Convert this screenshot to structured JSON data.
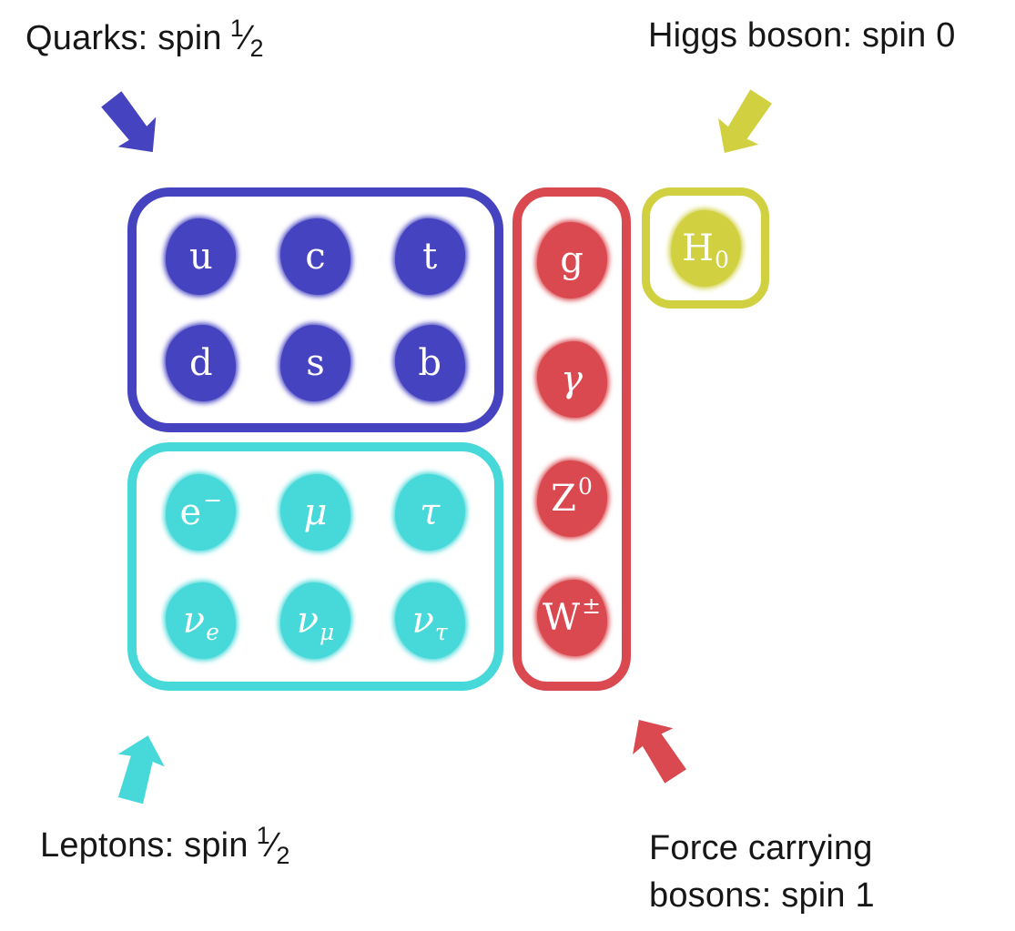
{
  "titles": {
    "quarks": {
      "prefix": "Quarks: spin",
      "numerator": "1",
      "slash": "⁄",
      "denominator": "2"
    },
    "higgs": "Higgs boson: spin 0",
    "leptons": {
      "prefix": "Leptons: spin",
      "numerator": "1",
      "slash": "⁄",
      "denominator": "2"
    },
    "bosons": {
      "line1": "Force carrying",
      "line2": "bosons: spin 1"
    }
  },
  "boxes": {
    "quarks": {
      "label": "Quarks",
      "color": "#4643c1",
      "particles": [
        {
          "base": "u"
        },
        {
          "base": "c"
        },
        {
          "base": "t"
        },
        {
          "base": "d"
        },
        {
          "base": "s"
        },
        {
          "base": "b"
        }
      ]
    },
    "leptons": {
      "label": "Leptons",
      "color": "#47d8d9",
      "particles": [
        {
          "base": "e",
          "sup": "−"
        },
        {
          "base": "μ"
        },
        {
          "base": "τ"
        },
        {
          "base": "ν",
          "sub": "e"
        },
        {
          "base": "ν",
          "sub": "μ"
        },
        {
          "base": "ν",
          "sub": "τ"
        }
      ]
    },
    "bosons": {
      "label": "Force carrying bosons",
      "color": "#d9494f",
      "particles": [
        {
          "base": "g"
        },
        {
          "base": "γ"
        },
        {
          "base": "Z",
          "sup": "0"
        },
        {
          "base": "W",
          "sup": "±"
        }
      ]
    },
    "higgs": {
      "label": "Higgs boson",
      "color": "#d1d040",
      "particles": [
        {
          "base": "H",
          "sub": "0"
        }
      ]
    }
  },
  "arrows": {
    "quarks": {
      "color": "#4643c1",
      "points_to": "quark box"
    },
    "higgs": {
      "color": "#d1d040",
      "points_to": "higgs box"
    },
    "leptons": {
      "color": "#47d8d9",
      "points_to": "lepton box"
    },
    "bosons": {
      "color": "#d9494f",
      "points_to": "boson box"
    }
  }
}
